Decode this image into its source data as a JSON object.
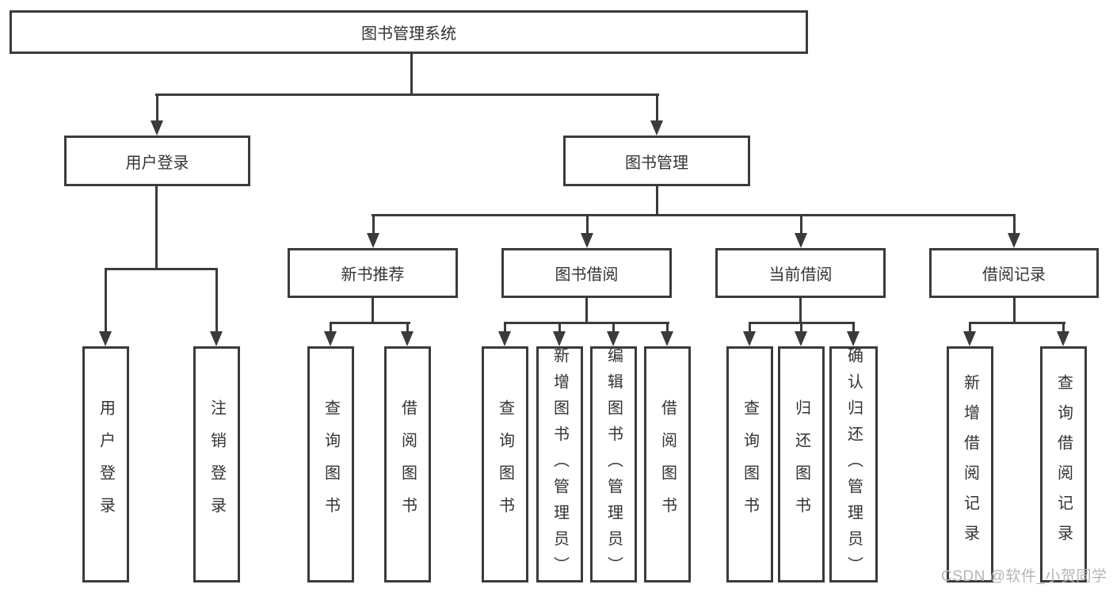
{
  "watermark": "CSDN @软件_小贺同学",
  "colors": {
    "line": "#3b3b3b",
    "text": "#333333",
    "box_background": "#ffffff",
    "watermark": "#b5b5b5"
  },
  "tree": {
    "label": "图书管理系统",
    "children": [
      {
        "label": "用户登录",
        "children": [
          {
            "label": "用户登录"
          },
          {
            "label": "注销登录"
          }
        ]
      },
      {
        "label": "图书管理",
        "children": [
          {
            "label": "新书推荐",
            "children": [
              {
                "label": "查询图书"
              },
              {
                "label": "借阅图书"
              }
            ]
          },
          {
            "label": "图书借阅",
            "children": [
              {
                "label": "查询图书"
              },
              {
                "label": "新增图书（管理员）"
              },
              {
                "label": "编辑图书（管理员）"
              },
              {
                "label": "借阅图书"
              }
            ]
          },
          {
            "label": "当前借阅",
            "children": [
              {
                "label": "查询图书"
              },
              {
                "label": "归还图书"
              },
              {
                "label": "确认归还（管理员）"
              }
            ]
          },
          {
            "label": "借阅记录",
            "children": [
              {
                "label": "新增借阅记录"
              },
              {
                "label": "查询借阅记录"
              }
            ]
          }
        ]
      }
    ]
  }
}
